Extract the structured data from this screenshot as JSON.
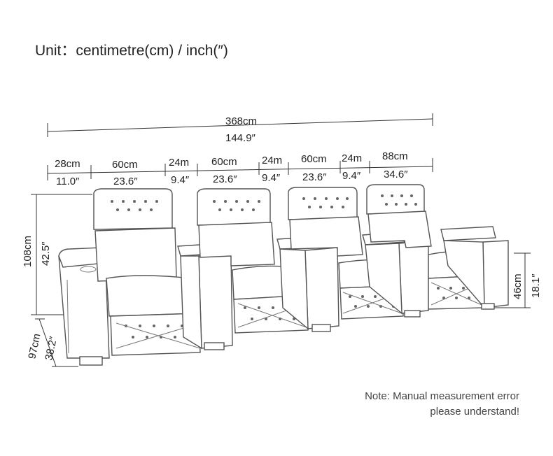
{
  "header": {
    "unit_label": "Unit：centimetre(cm) / inch(″)"
  },
  "dimensions": {
    "total": {
      "cm": "368cm",
      "inch": "144.9″"
    },
    "segments": [
      {
        "cm": "28cm",
        "inch": "11.0″"
      },
      {
        "cm": "60cm",
        "inch": "23.6″"
      },
      {
        "cm": "24m",
        "inch": "9.4″"
      },
      {
        "cm": "60cm",
        "inch": "23.6″"
      },
      {
        "cm": "24m",
        "inch": "9.4″"
      },
      {
        "cm": "60cm",
        "inch": "23.6″"
      },
      {
        "cm": "24m",
        "inch": "9.4″"
      },
      {
        "cm": "88cm",
        "inch": "34.6″"
      }
    ],
    "height": {
      "cm": "108cm",
      "inch": "42.5″"
    },
    "depth": {
      "cm": "97cm",
      "inch": "38.2″"
    },
    "seat_height": {
      "cm": "46cm",
      "inch": "18.1″"
    }
  },
  "note": {
    "line1": "Note: Manual measurement error",
    "line2": "please understand!"
  }
}
